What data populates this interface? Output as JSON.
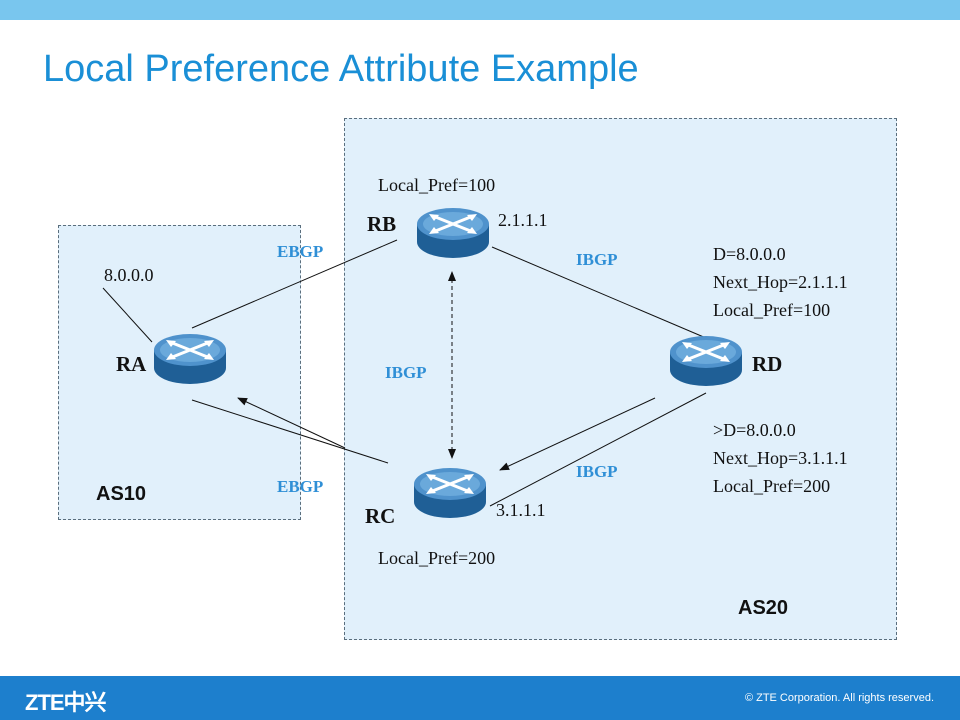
{
  "title": "Local Preference Attribute Example",
  "as10_label": "AS10",
  "as20_label": "AS20",
  "routers": {
    "ra": {
      "name": "RA"
    },
    "rb": {
      "name": "RB",
      "address": "2.1.1.1",
      "local_pref": "Local_Pref=100"
    },
    "rc": {
      "name": "RC",
      "address": "3.1.1.1",
      "local_pref": "Local_Pref=200"
    },
    "rd": {
      "name": "RD"
    }
  },
  "network_label": "8.0.0.0",
  "links": {
    "ra_rb": "EBGP",
    "ra_rc": "EBGP",
    "rb_rc": "IBGP",
    "rb_rd": "IBGP",
    "rc_rd": "IBGP"
  },
  "route_rb": {
    "dest": "D=8.0.0.0",
    "next_hop": "Next_Hop=2.1.1.1",
    "local_pref": "Local_Pref=100"
  },
  "route_rc": {
    "dest": ">D=8.0.0.0",
    "next_hop": "Next_Hop=3.1.1.1",
    "local_pref": "Local_Pref=200"
  },
  "footer": {
    "logo": "ZTE中兴",
    "copyright": "© ZTE Corporation. All rights reserved."
  },
  "colors": {
    "title": "#1a8fd6",
    "protocol": "#2f8fd6",
    "as_fill": "#e1f0fb",
    "footer": "#1d7fcd",
    "topbar": "#79c6ee"
  },
  "icons": {
    "router": "router-icon"
  }
}
